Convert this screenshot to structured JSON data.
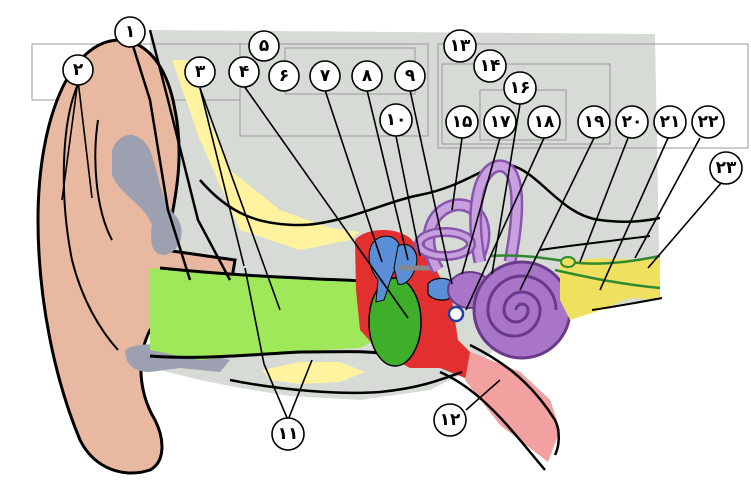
{
  "labels": [
    {
      "id": "1",
      "text": "١"
    },
    {
      "id": "2",
      "text": "٢"
    },
    {
      "id": "3",
      "text": "٣"
    },
    {
      "id": "4",
      "text": "۴"
    },
    {
      "id": "5",
      "text": "۵"
    },
    {
      "id": "6",
      "text": "۶"
    },
    {
      "id": "7",
      "text": "٧"
    },
    {
      "id": "8",
      "text": "٨"
    },
    {
      "id": "9",
      "text": "٩"
    },
    {
      "id": "10",
      "text": "١٠"
    },
    {
      "id": "11",
      "text": "١١"
    },
    {
      "id": "12",
      "text": "١٢"
    },
    {
      "id": "13",
      "text": "١٣"
    },
    {
      "id": "14",
      "text": "١۴"
    },
    {
      "id": "15",
      "text": "١۵"
    },
    {
      "id": "16",
      "text": "١۶"
    },
    {
      "id": "17",
      "text": "١٧"
    },
    {
      "id": "18",
      "text": "١٨"
    },
    {
      "id": "19",
      "text": "١٩"
    },
    {
      "id": "20",
      "text": "٢٠"
    },
    {
      "id": "21",
      "text": "٢١"
    },
    {
      "id": "22",
      "text": "٢٢"
    },
    {
      "id": "23",
      "text": "٢٣"
    }
  ],
  "colors": {
    "skin": "#e8b9a0",
    "cartilage": "#9da0b0",
    "bone_gray": "#d6dbd6",
    "fat_yellow": "#fff3a0",
    "canal_green": "#9ee85a",
    "eardrum_green": "#3fae2a",
    "middle_ear_red": "#e23030",
    "ossicle_blue": "#5a8fd8",
    "inner_ear_purple": "#a875c8",
    "nerve_yellow": "#f0e060",
    "nerve_green": "#2f8a2f"
  }
}
